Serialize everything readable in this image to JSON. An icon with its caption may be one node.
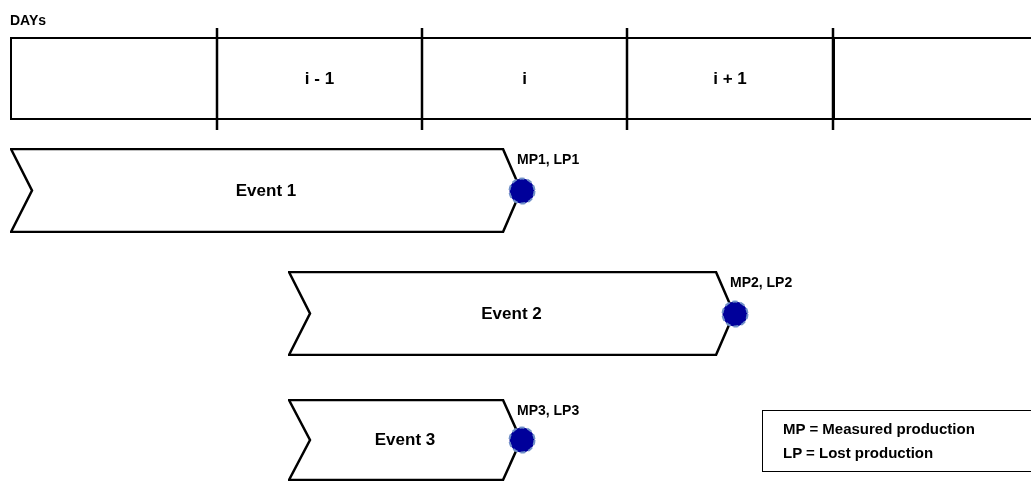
{
  "diagram": {
    "nodes": [
      {
        "text": [
          "DAYs"
        ]
      },
      {
        "text": [],
        "shape": "box",
        "in": 0
      },
      {
        "text": [
          "i - 1"
        ],
        "in": 0
      },
      {
        "text": [
          "i"
        ],
        "in": 0
      },
      {
        "text": [
          "i + 1"
        ],
        "in": 0
      },
      {
        "text": [],
        "shape": "box",
        "in": 0
      },
      {
        "text": [
          "Event 1"
        ],
        "beside": [
          "MP1, LP1"
        ]
      },
      {
        "text": [
          "Event 2"
        ],
        "beside": [
          "MP2, LP2"
        ]
      },
      {
        "text": [
          "Event 3"
        ],
        "beside": [
          "MP3, LP3"
        ]
      },
      {
        "text": [
          "MP = Measured production",
          "LP = Lost production"
        ]
      }
    ]
  }
}
